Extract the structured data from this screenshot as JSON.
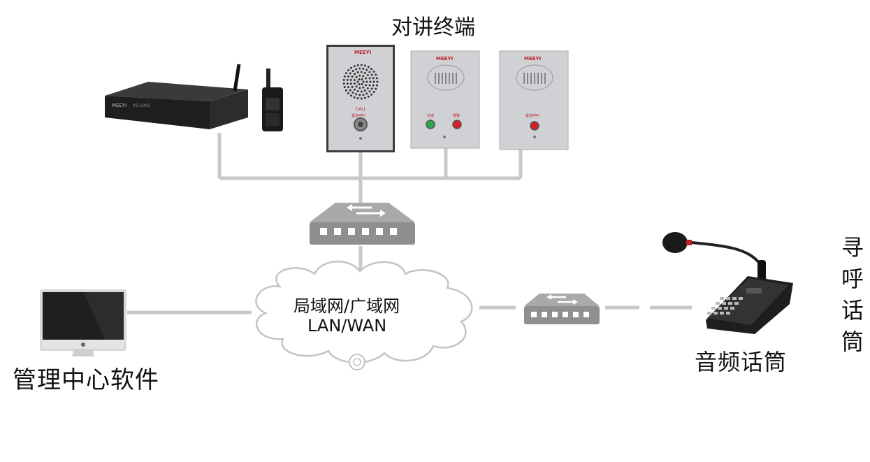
{
  "labels": {
    "intercom_terminals": "对讲终端",
    "network_cloud_line1": "局域网/广域网",
    "network_cloud_line2": "LAN/WAN",
    "management_software": "管理中心软件",
    "audio_microphone": "音频话筒",
    "paging_microphone": "寻呼话筒"
  },
  "device_text": {
    "brand": "MEEYI",
    "server_model": "YS-1001",
    "call_text": "CALL",
    "emergency_call": "紧急呼叫",
    "talk": "对讲",
    "alarm": "报警"
  },
  "colors": {
    "connection_line": "#c8c8c8",
    "switch_body": "#9a9a9a",
    "panel_steel": "#c9cbce",
    "call_button_red": "#d0202a",
    "talk_button_green": "#2fa84f"
  }
}
